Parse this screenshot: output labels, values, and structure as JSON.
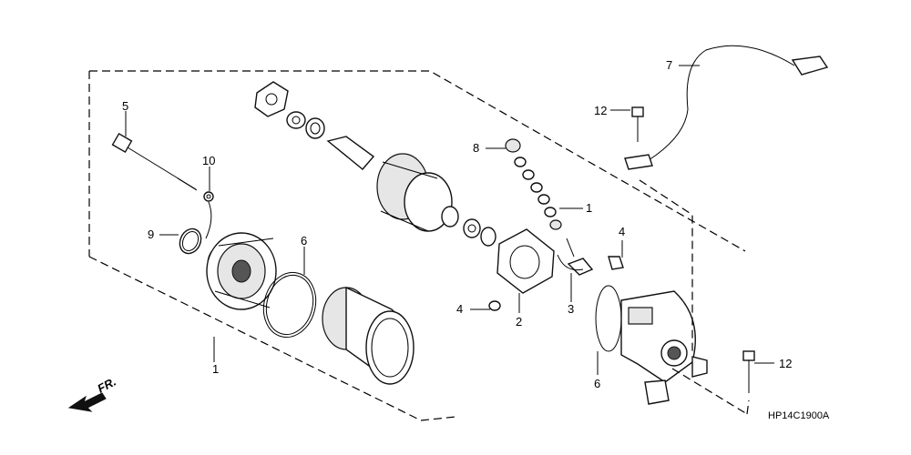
{
  "diagram": {
    "callouts": {
      "c1_bottom": "1",
      "c1_right": "1",
      "c2": "2",
      "c3": "3",
      "c4_left": "4",
      "c4_right": "4",
      "c5": "5",
      "c6_left": "6",
      "c6_right": "6",
      "c7": "7",
      "c8": "8",
      "c9": "9",
      "c10": "10",
      "c12_top": "12",
      "c12_bottom": "12"
    },
    "front_marker": "FR.",
    "drawing_code": "HP14C1900A"
  }
}
